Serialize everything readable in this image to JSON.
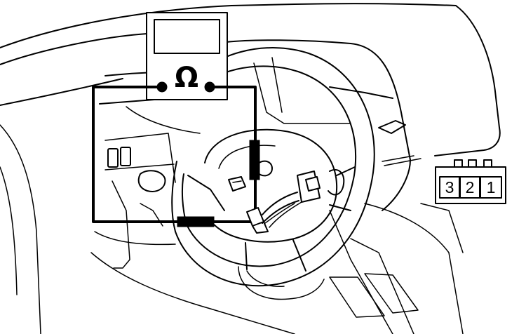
{
  "meter": {
    "symbol": "Ω"
  },
  "connector": {
    "pins": [
      "3",
      "2",
      "1"
    ]
  }
}
